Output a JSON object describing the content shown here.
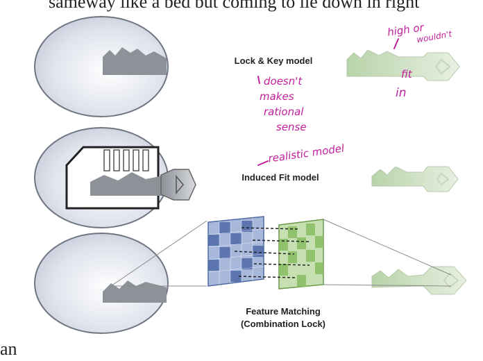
{
  "top_text": "sameway like a bed but coming to lie down in right",
  "bottom_text": "an",
  "labels": {
    "lock_key": "Lock & Key model",
    "induced_fit": "Induced Fit model",
    "feature_matching_line1": "Feature Matching",
    "feature_matching_line2": "(Combination Lock)"
  },
  "handwriting": {
    "note_high_line1": "high or",
    "note_high_line2": "wouldn't",
    "note_fit": "fit",
    "note_in": "in",
    "note_doesnt_1": "doesn't",
    "note_doesnt_2": "makes",
    "note_doesnt_3": "rational",
    "note_doesnt_4": "sense",
    "note_realistic": "realistic model"
  },
  "grid_values": [
    "1",
    "1",
    "1",
    "-1",
    "-1",
    "1",
    "-1",
    "1",
    "1",
    "-1",
    "-1",
    "1",
    "1",
    "1",
    "-1",
    "1",
    "-1",
    "1",
    "1",
    "1",
    "-1",
    "1",
    "1",
    "-1",
    "1"
  ],
  "colors": {
    "handwriting": "#c21f9a",
    "lock_fill": "#d9dde6",
    "key_green": "#a9c79a",
    "grid_blue": "#8ea4cc",
    "grid_green": "#a9cf8b"
  }
}
